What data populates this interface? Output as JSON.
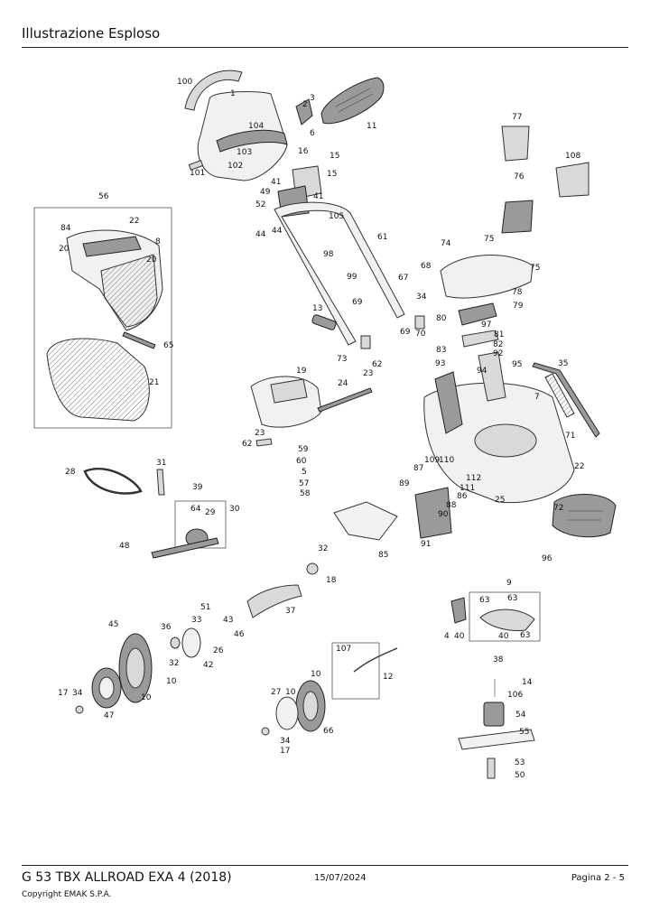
{
  "header": {
    "title": "Illustrazione  Esploso"
  },
  "footer": {
    "model": "G 53 TBX ALLROAD EXA 4 (2018)",
    "date": "15/07/2024",
    "page": "Pagina 2 - 5",
    "copyright": "Copyright EMAK S.P.A."
  },
  "diagram": {
    "labels": [
      "100",
      "1",
      "104",
      "103",
      "102",
      "101",
      "2",
      "3",
      "6",
      "11",
      "16",
      "15",
      "15",
      "41",
      "41",
      "49",
      "52",
      "44",
      "44",
      "105",
      "61",
      "98",
      "99",
      "13",
      "69",
      "69",
      "70",
      "73",
      "67",
      "68",
      "34",
      "74",
      "75",
      "75",
      "78",
      "79",
      "80",
      "97",
      "81",
      "82",
      "92",
      "83",
      "93",
      "94",
      "95",
      "7",
      "35",
      "71",
      "77",
      "76",
      "108",
      "56",
      "22",
      "84",
      "20",
      "8",
      "20",
      "65",
      "21",
      "19",
      "24",
      "23",
      "62",
      "23",
      "62",
      "59",
      "60",
      "5",
      "57",
      "58",
      "109",
      "110",
      "87",
      "112",
      "111",
      "86",
      "88",
      "89",
      "90",
      "91",
      "25",
      "22",
      "72",
      "96",
      "28",
      "31",
      "39",
      "64",
      "29",
      "30",
      "48",
      "32",
      "18",
      "37",
      "51",
      "33",
      "43",
      "46",
      "36",
      "26",
      "42",
      "32",
      "10",
      "45",
      "10",
      "47",
      "17",
      "34",
      "85",
      "107",
      "12",
      "10",
      "27",
      "10",
      "66",
      "34",
      "17",
      "9",
      "63",
      "63",
      "63",
      "4",
      "40",
      "40",
      "38",
      "14",
      "106",
      "54",
      "55",
      "53",
      "50"
    ]
  }
}
